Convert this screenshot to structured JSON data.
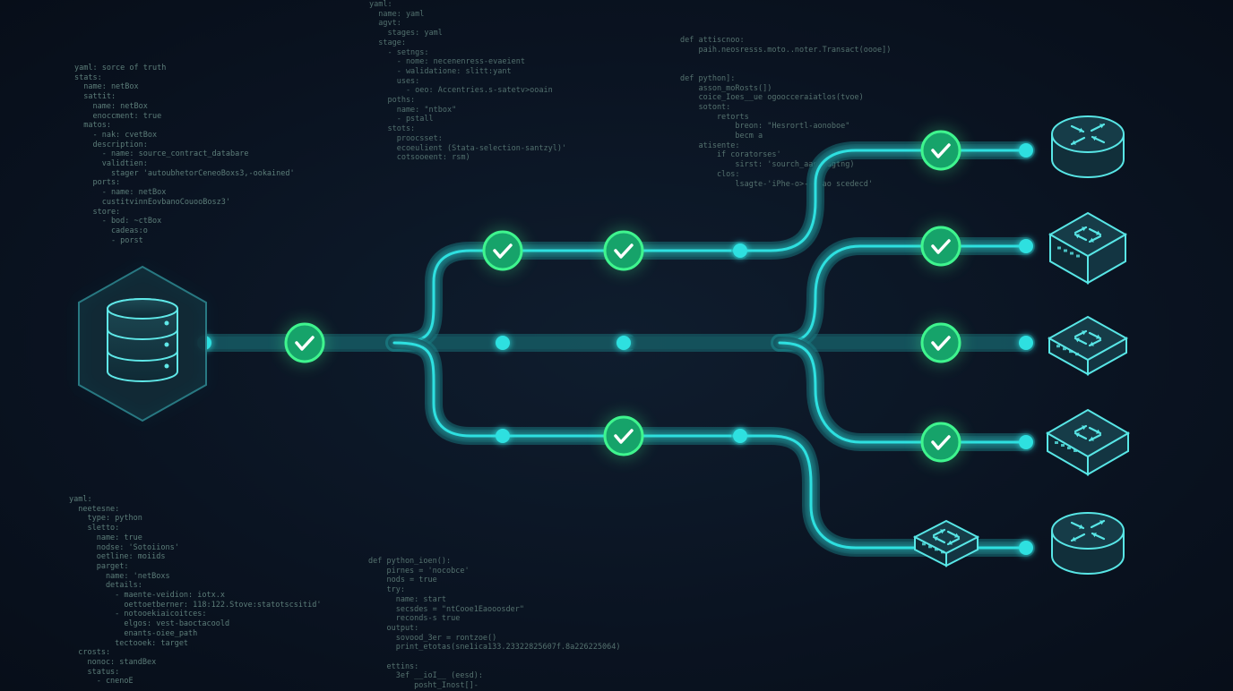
{
  "code_blocks": [
    {
      "id": "top-left",
      "lines": [
        "yaml: sorce of truth",
        "stats:",
        "  name: netBox",
        "  sattit:",
        "    name: netBox",
        "    enoccment: true",
        "  matos:",
        "    - nak: cvetBox",
        "    description:",
        "      - name: source_contract_databare",
        "      validtien:",
        "        stager 'autoubhetorCeneoBoxs3,-ookained'",
        "    ports:",
        "      - name: netBox",
        "      custitvinnEovbanoCouooBosz3'",
        "    store:",
        "      - bod: ~ctBox",
        "        cadeas:o",
        "        - porst"
      ]
    },
    {
      "id": "top-center",
      "lines": [
        "yaml:",
        "  name: yaml",
        "  agvt:",
        "    stages: yaml",
        "  stage:",
        "    - setngs:",
        "      - nome: necenenress-evaeient",
        "      - walidatione: slitt:yant",
        "      uses:",
        "        - oeo: Accentries.s-satetv>ooain",
        "    poths:",
        "      name: \"ntbox\"",
        "      - pstall",
        "    stots:",
        "      proocsset:",
        "      ecoeulient (Stata-selection-santzyl)'",
        "      cotsooeent: rsm)"
      ]
    },
    {
      "id": "top-right",
      "lines": [
        "def attiscnoo:",
        "    paih.neosresss.moto..noter.Transact(oooe])",
        "",
        "",
        "def python]:",
        "    asson_moRosts(])",
        "    coice_Ioes__ue ogoocceraiatlos(tvoe)",
        "    sotont:",
        "        retorts",
        "            breon: \"Hesrortl-aonoboe\"",
        "            becm a",
        "    atisente:",
        "        if coratorses'",
        "            sirst: 'sourch_aao_ragtng)",
        "        clos:",
        "            lsagte-'iPhe-o>--+ ao scedecd'"
      ]
    },
    {
      "id": "bottom-left",
      "lines": [
        "yaml:",
        "  neetesne:",
        "    type: python",
        "    sletto:",
        "      name: true",
        "      nodse: 'Sotoiions'",
        "      oetline: moiids",
        "      parget:",
        "        name: 'netBoxs",
        "        details:",
        "          - maente-veidion: iotx.x",
        "            oettoetberner: 118:122.Stove:statotscsitid'",
        "          - notooekiaicoitces:",
        "            elgos: vest-baoctacoold",
        "            enants-oiee_path",
        "          tectooek: target",
        "  crosts:",
        "    nonoc: standBex",
        "    status:",
        "      - cnenoE"
      ]
    },
    {
      "id": "bottom-center",
      "lines": [
        "def python_ioen():",
        "    pirnes = 'nocobce'",
        "    nods = true",
        "    try:",
        "      name: start",
        "      secsdes = \"ntCooe1Eaooosder\"",
        "      reconds-s true",
        "    output:",
        "      sovood_3er = rontzoe()",
        "      print_etotas(sne1ica133.23322825607f.8a226225064)",
        "",
        "    ettins:",
        "      3ef __ioI__ (eesd):",
        "          posht_Inost[]-"
      ]
    }
  ],
  "nodes": {
    "source_icon": "database-icon",
    "check_icon": "check-icon",
    "devices": [
      {
        "id": "router-1",
        "icon": "router-icon"
      },
      {
        "id": "switch-1",
        "icon": "switch-icon"
      },
      {
        "id": "switch-2",
        "icon": "switch-icon"
      },
      {
        "id": "switch-3",
        "icon": "switch-icon"
      },
      {
        "id": "router-2",
        "icon": "router-icon"
      }
    ],
    "inline_device": "switch-icon"
  },
  "colors": {
    "background": "#0a1321",
    "pipe_glow": "#1b7f86",
    "pipe_core": "#2ee0e0",
    "check_fill": "#16a36a",
    "check_ring": "#3ff58e",
    "device_fill": "#163c48",
    "device_stroke": "#58e6e6",
    "code_text": "#4a6b6a"
  }
}
